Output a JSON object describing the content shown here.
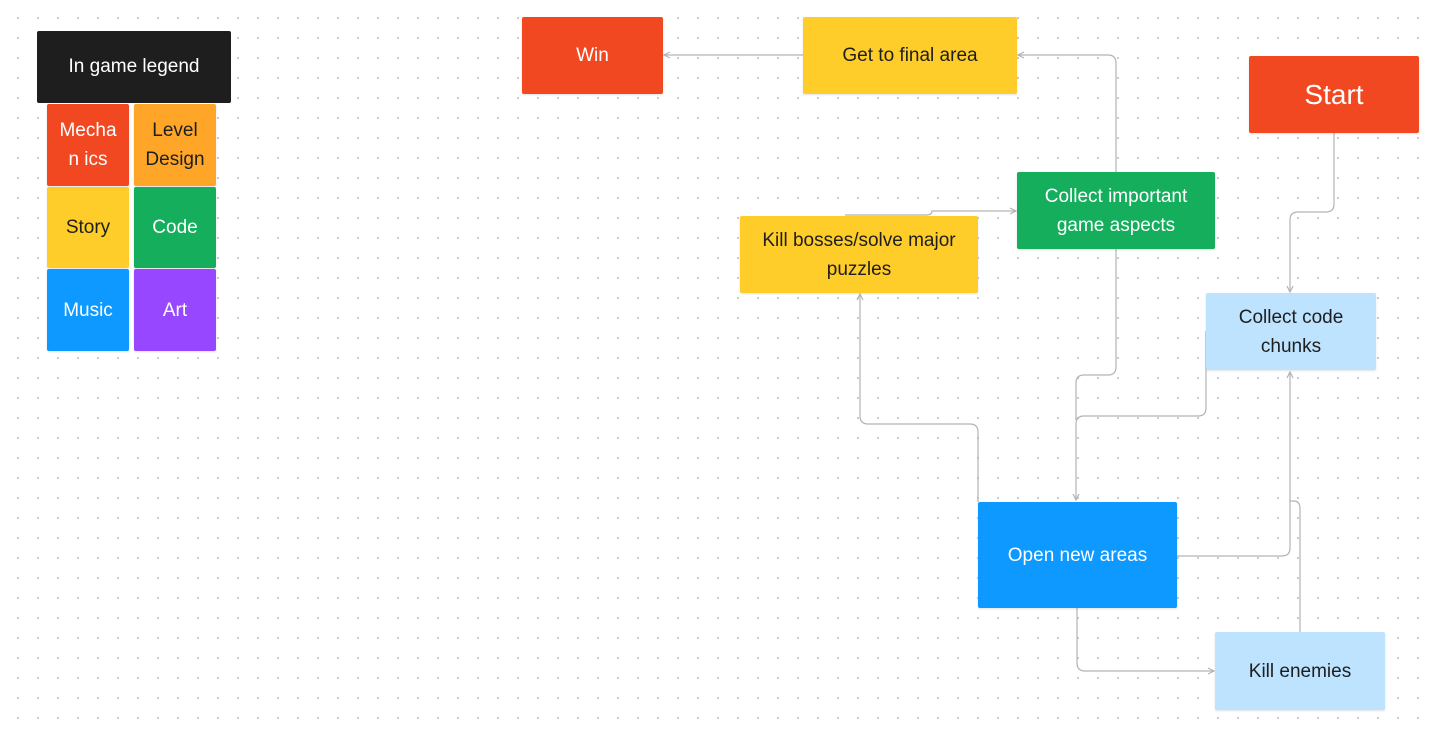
{
  "legend": {
    "title": "In game legend",
    "items": [
      {
        "label": "Mechan ics",
        "color": "#F24822"
      },
      {
        "label": "Level Design",
        "color": "#FFA629"
      },
      {
        "label": "Story",
        "color": "#FFCD29"
      },
      {
        "label": "Code",
        "color": "#14AE5C"
      },
      {
        "label": "Music",
        "color": "#0D99FF"
      },
      {
        "label": "Art",
        "color": "#9747FF"
      }
    ]
  },
  "nodes": {
    "win": {
      "label": "Win",
      "color": "#F24822"
    },
    "get_to_final_area": {
      "label": "Get to final area",
      "color": "#FFCD29"
    },
    "start": {
      "label": "Start",
      "color": "#F24822"
    },
    "collect_important": {
      "label": "Collect important game aspects",
      "color": "#14AE5C"
    },
    "kill_bosses": {
      "label": "Kill bosses/solve major puzzles",
      "color": "#FFCD29"
    },
    "collect_code": {
      "label": "Collect code chunks",
      "color": "#BDE3FF"
    },
    "open_new_areas": {
      "label": "Open new areas",
      "color": "#0D99FF"
    },
    "kill_enemies": {
      "label": "Kill enemies",
      "color": "#BDE3FF"
    }
  },
  "colors": {
    "connector": "#b3b3b3",
    "dot_grid": "#c9c9c9"
  }
}
